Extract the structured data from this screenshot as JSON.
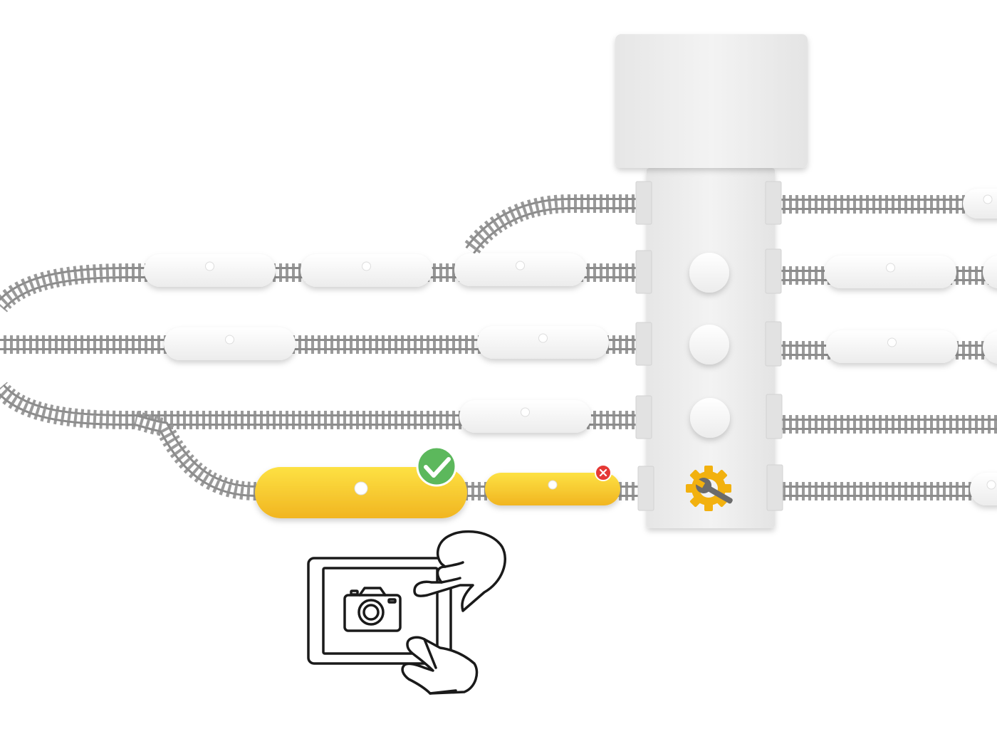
{
  "colors": {
    "rail": "#8c8c8c",
    "tie": "#9a9a9a",
    "car_white": "#f6f6f6",
    "car_yellow": "#fcd835",
    "car_yellow_dark": "#f2b823",
    "station": "#eeeeee",
    "ok_badge": "#5cb85c",
    "error_badge": "#e53935",
    "gear": "#f2b10f",
    "wrench": "#6b6b6b",
    "outline": "#1a1a1a"
  },
  "icons": {
    "ok": "checkmark-icon",
    "error": "close-icon",
    "maintenance": "gear-wrench-icon",
    "camera": "camera-icon",
    "tablet": "tablet-icon",
    "hand": "hand-icon"
  },
  "signals": [
    {
      "name": "signal-light-track-1",
      "state": "off"
    },
    {
      "name": "signal-light-track-2",
      "state": "off"
    },
    {
      "name": "signal-light-track-3",
      "state": "off"
    }
  ],
  "statuses": {
    "inspected_car": "ok",
    "rear_car": "error",
    "track_5": "maintenance"
  }
}
